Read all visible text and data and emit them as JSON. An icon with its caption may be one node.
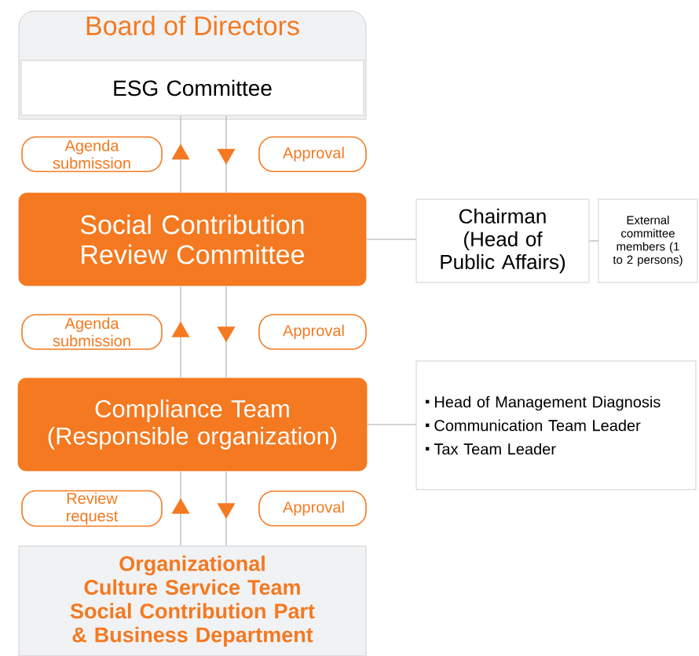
{
  "diagram": {
    "nodes": [
      {
        "text": [
          "Board of Directors"
        ]
      },
      {
        "text": [
          "ESG Committee"
        ],
        "in": 0
      },
      {
        "text": [
          "Social Contribution Review Committee"
        ]
      },
      {
        "text": [
          "Chairman (Head of Public Affairs)"
        ]
      },
      {
        "text": [
          "External committee members (1 to 2 persons)"
        ]
      },
      {
        "text": [
          "Compliance Team (Responsible organization)"
        ]
      },
      {
        "text": [
          "Head of Management Diagnosis",
          "Communication Team Leader",
          "Tax Team Leader"
        ]
      },
      {
        "text": [
          "Organizational Culture Service Team",
          "Social Contribution Part & Business Department"
        ]
      }
    ],
    "edges": [
      {
        "from": 2,
        "to": 1,
        "arrow": "to",
        "label": "Agenda submission"
      },
      {
        "from": 1,
        "to": 2,
        "arrow": "to",
        "label": "Approval"
      },
      {
        "from": 5,
        "to": 2,
        "arrow": "to",
        "label": "Agenda submission"
      },
      {
        "from": 2,
        "to": 5,
        "arrow": "to",
        "label": "Approval"
      },
      {
        "from": 7,
        "to": 5,
        "arrow": "to",
        "label": "Review request"
      },
      {
        "from": 5,
        "to": 7,
        "arrow": "to",
        "label": "Approval"
      },
      {
        "from": 2,
        "to": 3,
        "arrow": "none"
      },
      {
        "from": 3,
        "to": 4,
        "arrow": "none"
      },
      {
        "from": 5,
        "to": 6,
        "arrow": "none"
      }
    ]
  }
}
